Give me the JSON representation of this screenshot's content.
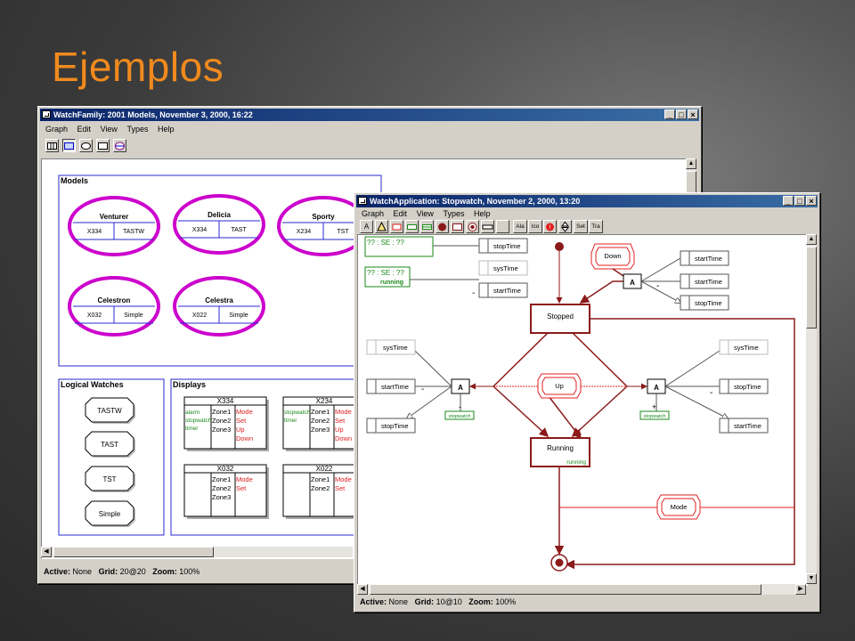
{
  "slide": {
    "title": "Ejemplos"
  },
  "family_window": {
    "title": "WatchFamily: 2001 Models, November 3, 2000, 16:22",
    "menu": [
      "Graph",
      "Edit",
      "View",
      "Types",
      "Help"
    ],
    "status": {
      "active_label": "Active:",
      "active": "None",
      "grid_label": "Grid:",
      "grid": "20@20",
      "zoom_label": "Zoom:",
      "zoom": "100%"
    },
    "models_label": "Models",
    "models": [
      {
        "name": "Venturer",
        "display": "X334",
        "logical": "TASTW"
      },
      {
        "name": "Delicia",
        "display": "X334",
        "logical": "TAST"
      },
      {
        "name": "Sporty",
        "display": "X234",
        "logical": "TST"
      },
      {
        "name": "Celestron",
        "display": "X032",
        "logical": "Simple"
      },
      {
        "name": "Celestra",
        "display": "X022",
        "logical": "Simple"
      }
    ],
    "logical_label": "Logical Watches",
    "logical_watches": [
      "TASTW",
      "TAST",
      "TST",
      "Simple"
    ],
    "displays_label": "Displays",
    "displays": [
      {
        "name": "X334",
        "left": [
          "alarm",
          "stopwatch",
          "timer"
        ],
        "zones": [
          "Zone1",
          "Zone2",
          "Zone3"
        ],
        "buttons": [
          "Mode",
          "Set",
          "Up",
          "Down"
        ]
      },
      {
        "name": "X234",
        "left": [
          "stopwatch",
          "timer"
        ],
        "zones": [
          "Zone1",
          "Zone2",
          "Zone3"
        ],
        "buttons": [
          "Mode",
          "Set",
          "Up",
          "Down"
        ]
      },
      {
        "name": "X032",
        "left": [],
        "zones": [
          "Zone1",
          "Zone2",
          "Zone3"
        ],
        "buttons": [
          "Mode",
          "Set"
        ]
      },
      {
        "name": "X022",
        "left": [],
        "zones": [
          "Zone1",
          "Zone2"
        ],
        "buttons": [
          "Mode",
          "Set"
        ]
      }
    ]
  },
  "app_window": {
    "title": "WatchApplication: Stopwatch, November 2, 2000, 13:20",
    "menu": [
      "Graph",
      "Edit",
      "View",
      "Types",
      "Help"
    ],
    "toolbar_text": [
      "A",
      "Ala",
      "Ico",
      "Set",
      "Tra"
    ],
    "status": {
      "active_label": "Active:",
      "active": "None",
      "grid_label": "Grid:",
      "grid": "10@10",
      "zoom_label": "Zoom:",
      "zoom": "100%"
    },
    "states": {
      "stopped": "Stopped",
      "running": "Running",
      "running_tag": "running"
    },
    "buttons": {
      "down": "Down",
      "up": "Up",
      "mode": "Mode"
    },
    "conditions": [
      {
        "text": "?? : SE : ??",
        "sub": ""
      },
      {
        "text": "?? : SE : ??",
        "sub": "running"
      }
    ],
    "actions": {
      "a": "A",
      "stopwatch": "stopwatch",
      "plus": "+",
      "minus": "-"
    },
    "variables": {
      "stopTime": "stopTime",
      "sysTime": "sysTime",
      "startTime": "startTime"
    }
  },
  "colors": {
    "title": "#f08a1e",
    "model_ring": "#cc00cc",
    "state": "#8b1a1a",
    "button_red": "#e02020",
    "green": "#1a8a1a"
  },
  "icons": [
    "app-icon",
    "minimize-icon",
    "maximize-icon",
    "close-icon",
    "scroll-up-icon",
    "scroll-down-icon",
    "scroll-left-icon",
    "scroll-right-icon"
  ]
}
